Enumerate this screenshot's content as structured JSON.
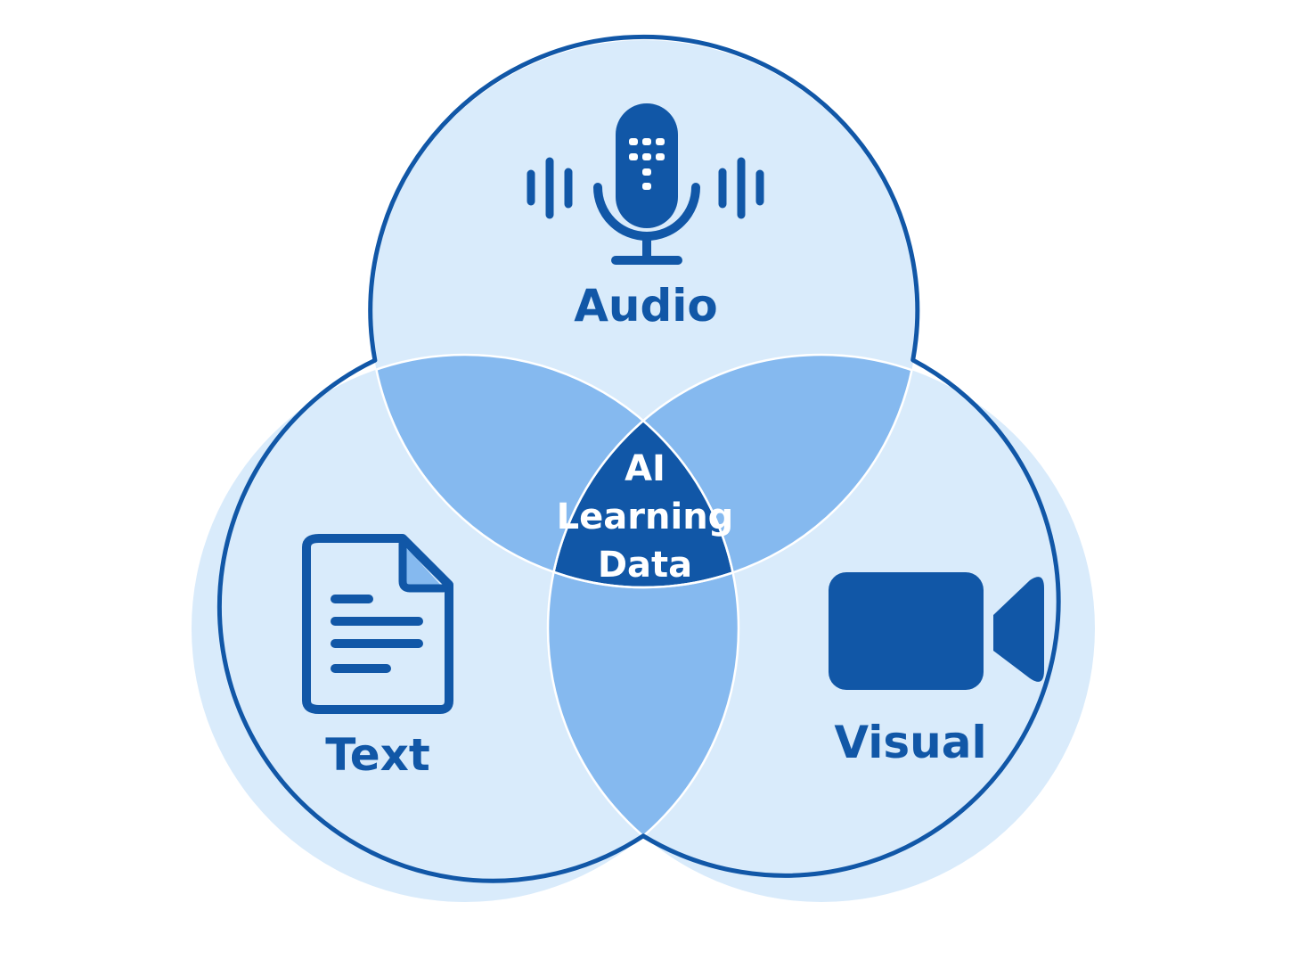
{
  "diagram": {
    "type": "venn-3",
    "sets": [
      {
        "key": "audio",
        "label": "Audio",
        "icon": "microphone-icon"
      },
      {
        "key": "text",
        "label": "Text",
        "icon": "document-icon"
      },
      {
        "key": "visual",
        "label": "Visual",
        "icon": "video-camera-icon"
      }
    ],
    "center": {
      "lines": [
        "AI",
        "Learning",
        "Data"
      ]
    }
  },
  "colors": {
    "background": "#ffffff",
    "circle_fill": "#d9ebfb",
    "pair_overlap": "#85b9ef",
    "center_overlap": "#1157a7",
    "outline": "#1157a7",
    "inner_edge": "#ffffff",
    "icon": "#1157a7",
    "label": "#1157a7",
    "center_text": "#ffffff"
  }
}
